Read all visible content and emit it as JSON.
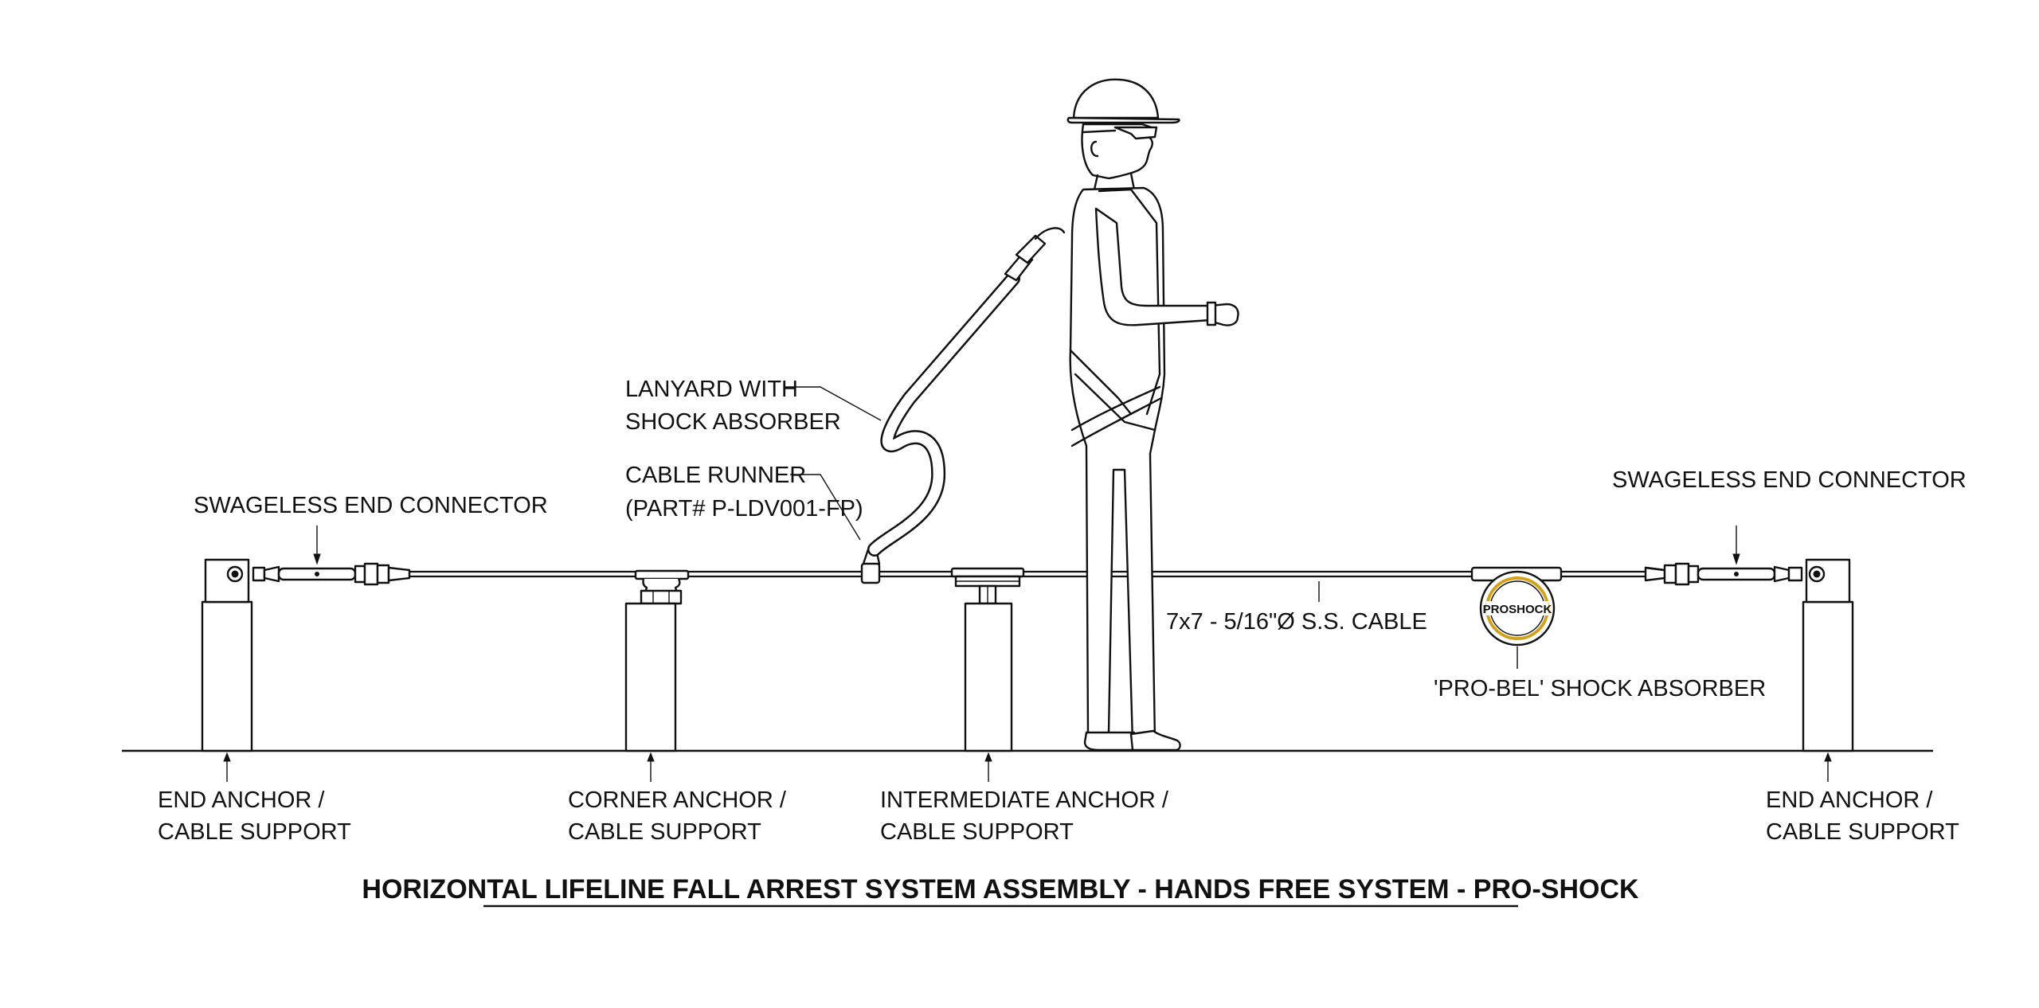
{
  "title": "HORIZONTAL LIFELINE FALL ARREST SYSTEM ASSEMBLY - HANDS FREE SYSTEM - PRO-SHOCK",
  "labels": {
    "swageless_left": "SWAGELESS END CONNECTOR",
    "swageless_right": "SWAGELESS END CONNECTOR",
    "lanyard_1": "LANYARD WITH",
    "lanyard_2": "SHOCK ABSORBER",
    "runner_1": "CABLE RUNNER",
    "runner_2": "(PART# P-LDV001-FP)",
    "cable": "7x7 - 5/16\"Ø S.S. CABLE",
    "probel": "'PRO-BEL' SHOCK ABSORBER",
    "end_left_1": "END ANCHOR /",
    "end_left_2": "CABLE SUPPORT",
    "corner_1": "CORNER ANCHOR /",
    "corner_2": "CABLE SUPPORT",
    "inter_1": "INTERMEDIATE ANCHOR /",
    "inter_2": "CABLE SUPPORT",
    "end_right_1": "END ANCHOR /",
    "end_right_2": "CABLE SUPPORT",
    "badge": "PROSHOCK"
  }
}
